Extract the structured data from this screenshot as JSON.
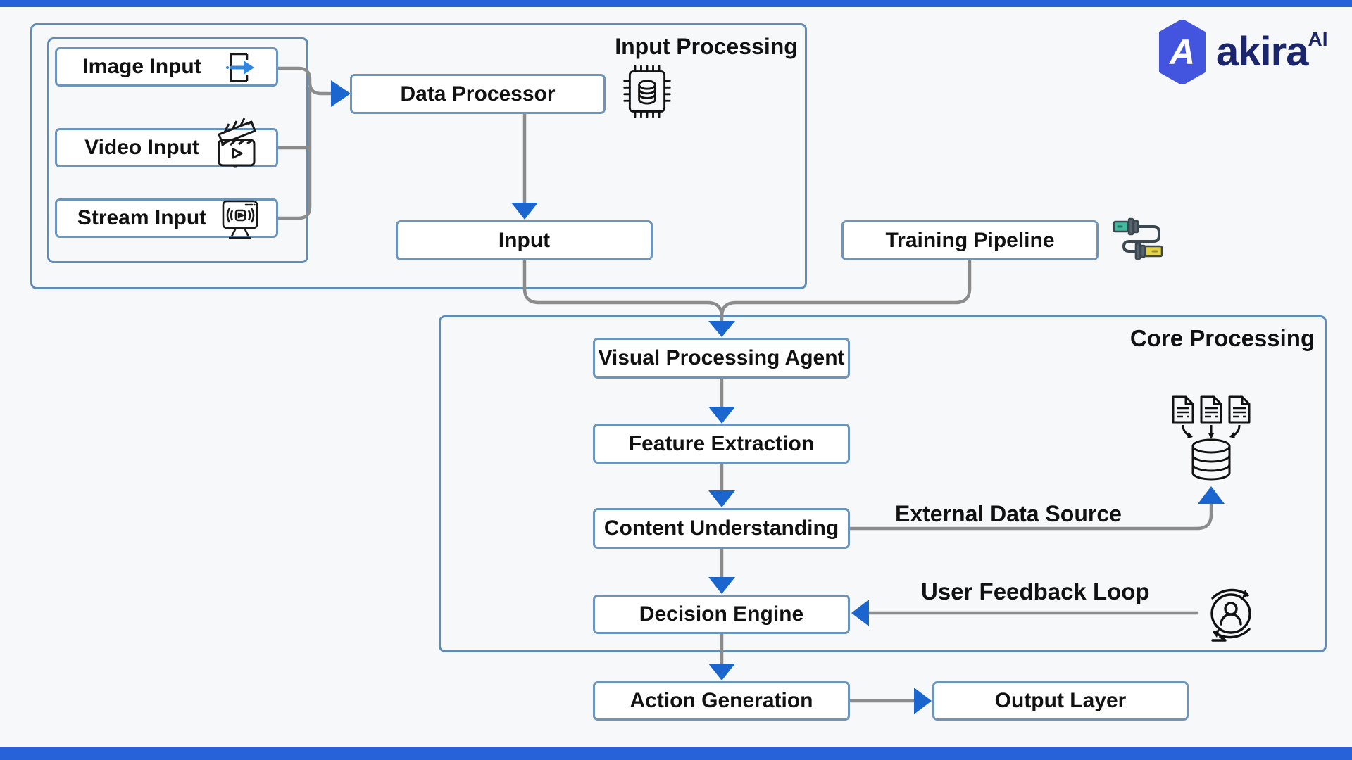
{
  "logo": {
    "brand": "akira",
    "superscript": "AI"
  },
  "groups": {
    "input_processing": {
      "label": "Input Processing"
    },
    "core_processing": {
      "label": "Core Processing"
    }
  },
  "nodes": {
    "image_input": {
      "label": "Image Input"
    },
    "video_input": {
      "label": "Video Input"
    },
    "stream_input": {
      "label": "Stream Input"
    },
    "data_processor": {
      "label": "Data Processor"
    },
    "input": {
      "label": "Input"
    },
    "training_pipeline": {
      "label": "Training Pipeline"
    },
    "visual_processing_agent": {
      "label": "Visual Processing Agent"
    },
    "feature_extraction": {
      "label": "Feature Extraction"
    },
    "content_understanding": {
      "label": "Content Understanding"
    },
    "decision_engine": {
      "label": "Decision Engine"
    },
    "action_generation": {
      "label": "Action Generation"
    },
    "output_layer": {
      "label": "Output Layer"
    }
  },
  "annotations": {
    "external_data_source": {
      "label": "External Data Source"
    },
    "user_feedback_loop": {
      "label": "User Feedback Loop"
    }
  },
  "icons": {
    "image_input": "door-arrow-in-icon",
    "video_input": "clapperboard-icon",
    "stream_input": "stream-monitor-icon",
    "input_processing": "cpu-database-icon",
    "training_pipeline": "pipeline-connector-icon",
    "external_data_source": "documents-to-database-icon",
    "user_feedback_loop": "user-cycle-icon",
    "logo": "hexagon-a-logo"
  },
  "colors": {
    "accent_arrow_blue": "#1a66ce",
    "box_border_blue": "#6c95bd",
    "group_border_blue": "#5e8cb8",
    "connector_gray": "#8c8c8c",
    "band_blue": "#2862d8",
    "logo_hexagon_blue": "#4355de",
    "logo_text_navy": "#1a256b",
    "icon_teal": "#3fbca0",
    "icon_yellow": "#e3d24b",
    "background": "#f7f8fa"
  }
}
